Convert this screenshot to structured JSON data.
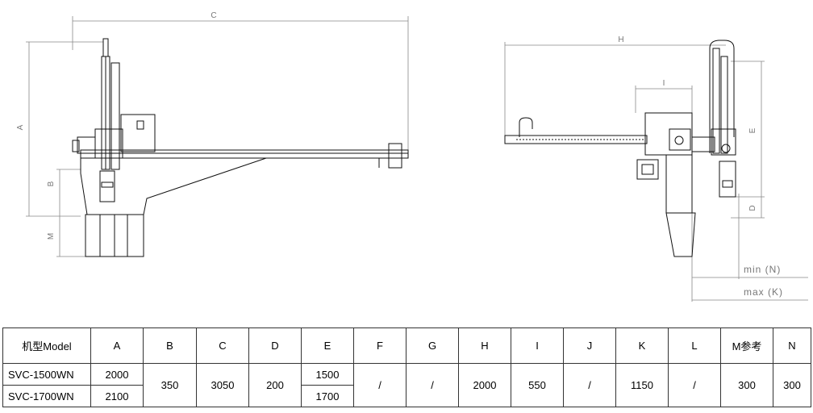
{
  "drawing": {
    "left_view_labels": {
      "c": "C",
      "a": "A",
      "b": "B",
      "m": "M"
    },
    "right_view_labels": {
      "h": "H",
      "i": "I",
      "e": "E",
      "d": "D",
      "min": "min (N)",
      "max": "max (K)"
    }
  },
  "table": {
    "headers": [
      "机型Model",
      "A",
      "B",
      "C",
      "D",
      "E",
      "F",
      "G",
      "H",
      "I",
      "J",
      "K",
      "L",
      "M参考",
      "N"
    ],
    "models": [
      "SVC-1500WN",
      "SVC-1700WN"
    ],
    "a": [
      "2000",
      "2100"
    ],
    "b": "350",
    "c": "3050",
    "d": "200",
    "e": [
      "1500",
      "1700"
    ],
    "f": "/",
    "g": "/",
    "h": "2000",
    "i": "550",
    "j": "/",
    "k": "1150",
    "l": "/",
    "m": "300",
    "n": "300"
  }
}
